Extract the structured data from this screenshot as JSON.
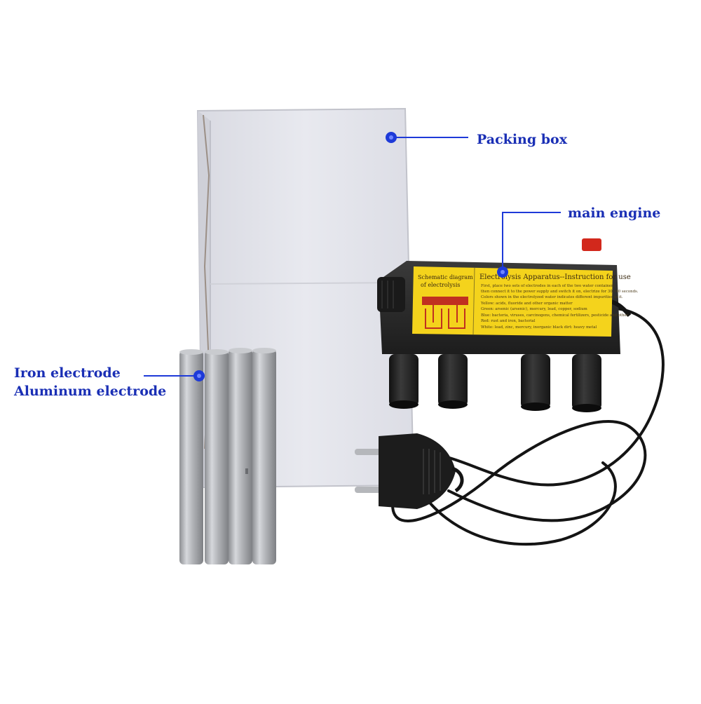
{
  "callouts": {
    "packing_box": "Packing box",
    "main_engine": "main engine",
    "electrode_line1": "Iron electrode",
    "electrode_line2": "Aluminum electrode"
  },
  "device_panel": {
    "title": "Electrolysis Apparatus--Instruction for use",
    "diagram_title_line1": "Schematic diagram",
    "diagram_title_line2": "of electrolysis",
    "instructions": [
      "First, place two sets of electrodes in each of the two water containers,",
      "then connect it to the power supply and switch it on, electrize for 30~40 seconds.",
      "Colors shown in the electrolyzed water indicates different impurities in it.",
      "Yellow: acids, fluoride and other organic matter",
      "Green: arsenic (arsenic), mercury, lead, copper, sodium",
      "Blue: bacteria, viruses, carcinogens, chemical fertilizers, pesticide and other",
      "Red: rust and iron, bacterial",
      "White: lead, zinc, mercury, inorganic          black dirt: heavy metal"
    ]
  },
  "colors": {
    "callout_text": "#1a2fb5",
    "callout_dot": "#1e3ad8",
    "panel_yellow": "#f4d31c",
    "device_body": "#2a2a2a"
  }
}
